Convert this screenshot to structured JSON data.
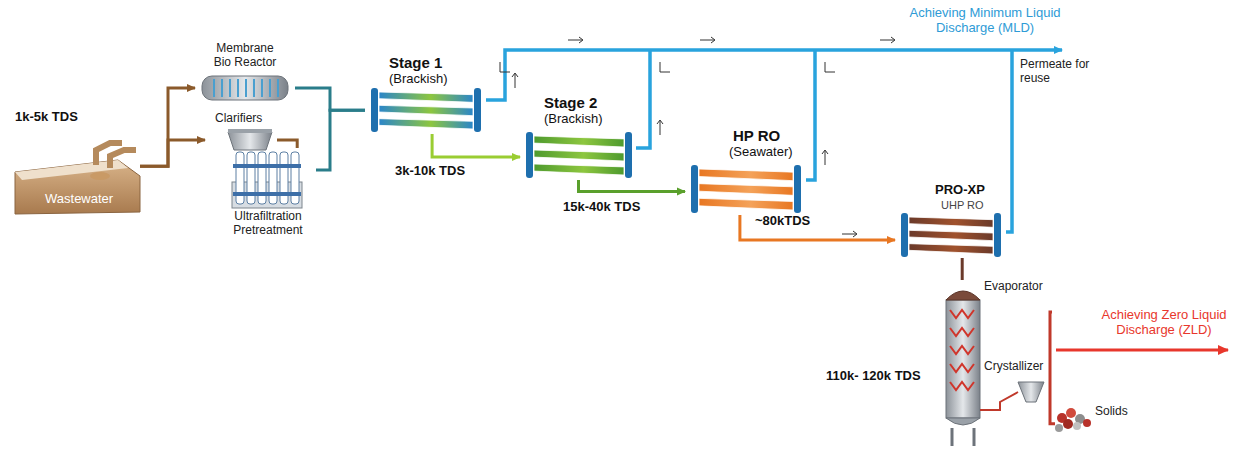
{
  "diagram": {
    "nodes": [
      {
        "text": [
          "Wastewater"
        ]
      },
      {
        "text": [
          "Membrane Bio Reactor"
        ]
      },
      {
        "text": [
          "Clarifiers"
        ]
      },
      {
        "text": [
          "Ultrafiltration Pretreatment"
        ]
      },
      {
        "text": [
          "Stage 1",
          "(Brackish)"
        ]
      },
      {
        "text": [
          "Stage 2",
          "(Brackish)"
        ]
      },
      {
        "text": [
          "HP RO",
          "(Seawater)"
        ]
      },
      {
        "text": [
          "PRO-XP",
          "UHP RO"
        ]
      },
      {
        "text": [
          "Evaporator",
          "Crystallizer"
        ]
      },
      {
        "text": [
          "Solids"
        ]
      }
    ],
    "edges": [
      {
        "from": 0,
        "to": 1,
        "arrow": "to"
      },
      {
        "from": 0,
        "to": 2,
        "arrow": "to"
      },
      {
        "from": 1,
        "to": 4,
        "arrow": "none"
      },
      {
        "from": 2,
        "to": 3,
        "arrow": "none"
      },
      {
        "from": 3,
        "to": 4,
        "arrow": "none"
      },
      {
        "from": 4,
        "to": 5,
        "arrow": "to"
      },
      {
        "from": 5,
        "to": 6,
        "arrow": "to"
      },
      {
        "from": 6,
        "to": 7,
        "arrow": "to"
      },
      {
        "from": 7,
        "to": 8,
        "arrow": "none"
      },
      {
        "from": 8,
        "to": 9,
        "arrow": "none"
      }
    ],
    "labels": [
      "1k-5k TDS",
      "3k-10k TDS",
      "15k-40k TDS",
      "~80kTDS",
      "110k- 120k TDS",
      "Achieving Minimum Liquid Discharge (MLD)",
      "Permeate for reuse",
      "Achieving Zero Liquid Discharge (ZLD)"
    ]
  }
}
